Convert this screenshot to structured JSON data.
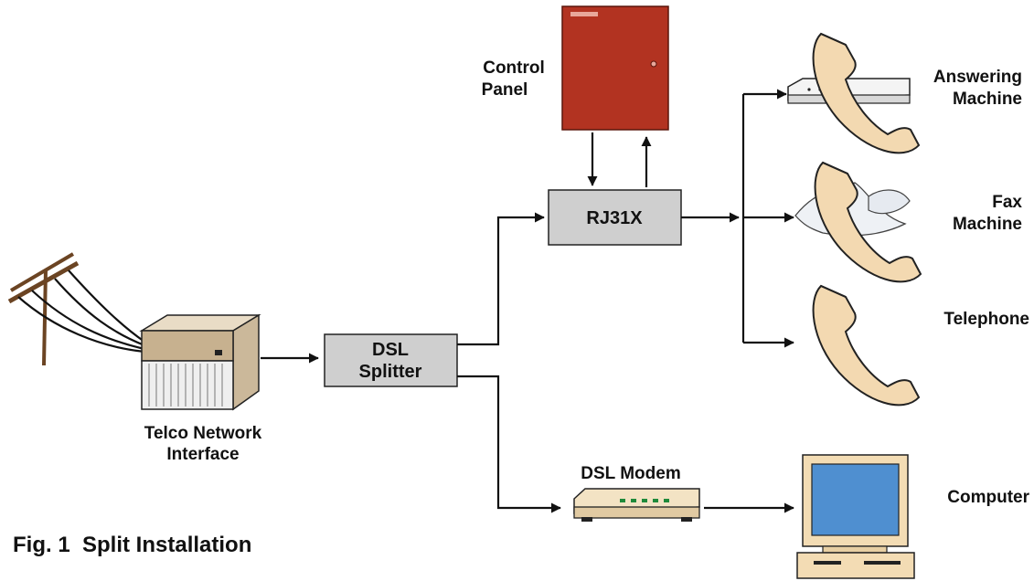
{
  "figure": {
    "caption": "Fig. 1  Split Installation"
  },
  "nodes": {
    "telco": {
      "line1": "Telco Network",
      "line2": "Interface"
    },
    "splitter": {
      "line1": "DSL",
      "line2": "Splitter"
    },
    "rj31x": {
      "label": "RJ31X"
    },
    "control_panel": {
      "line1": "Control",
      "line2": "Panel"
    },
    "dsl_modem": {
      "label": "DSL Modem"
    },
    "answering_machine": {
      "line1": "Answering",
      "line2": "Machine"
    },
    "fax_machine": {
      "line1": "Fax",
      "line2": "Machine"
    },
    "telephone": {
      "label": "Telephone"
    },
    "computer": {
      "label": "Computer"
    }
  },
  "icons": [
    "utility-pole-icon",
    "network-interface-icon",
    "control-panel-icon",
    "answering-machine-icon",
    "fax-machine-icon",
    "telephone-icon",
    "dsl-modem-icon",
    "computer-icon"
  ],
  "colors": {
    "box_fill": "#cfcfcf",
    "panel_red": "#b23321",
    "handset": "#f3d9b1",
    "screen": "#4f8fd0",
    "computer_body": "#f3dcb4"
  }
}
